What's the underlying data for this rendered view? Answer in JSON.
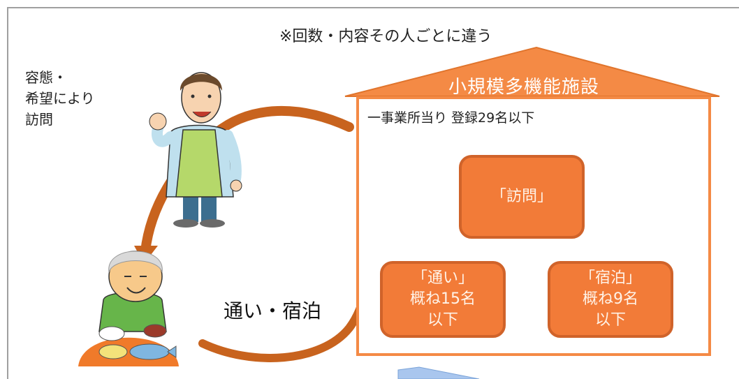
{
  "note": "※回数・内容その人ごとに違う",
  "visit_note_lines": [
    "容態・",
    "希望により",
    "訪問"
  ],
  "facility": {
    "roof_title": "小規模多機能施設",
    "registration": "一事業所当り  登録29名以下"
  },
  "services": {
    "visit": [
      "「訪問」"
    ],
    "day": [
      "「通い」",
      "概ね15名",
      "以下"
    ],
    "stay": [
      "「宿泊」",
      "概ね9名",
      "以下"
    ]
  },
  "arrow_label": "通い・宿泊",
  "colors": {
    "orange_fill": "#f27b38",
    "orange_border": "#d0632a",
    "house_line": "#f48a45",
    "arrow": "#c8631e",
    "frame": "#a0a0a0",
    "blue_arrow": "#a9c6ee"
  },
  "icons": {
    "staff": "caregiver-icon",
    "elder": "elderly-person-eating-icon"
  }
}
